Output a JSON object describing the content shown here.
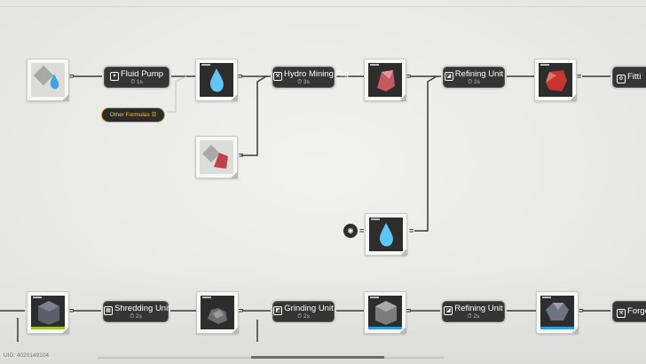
{
  "machines": {
    "fluid_pump": {
      "name": "Fluid Pump",
      "time": "⏱ 1s"
    },
    "hydro_mining_rig": {
      "name": "Hydro Mining Rig",
      "time": "⏱ 3s"
    },
    "refining_unit_top": {
      "name": "Refining Unit",
      "time": "⏱ 2s"
    },
    "fitting_unit": {
      "name": "Fitti"
    },
    "shredding_unit": {
      "name": "Shredding Unit",
      "time": "⏱ 2s"
    },
    "grinding_unit": {
      "name": "Grinding Unit",
      "time": "⏱ 2s"
    },
    "refining_unit_bottom": {
      "name": "Refining Unit",
      "time": "⏱ 2s"
    },
    "forge_unit": {
      "name": "Forge"
    }
  },
  "other_formulas": {
    "label": "Other Formulas"
  },
  "footer": {
    "uid": "UID: 4020149104"
  },
  "colors": {
    "accent_gold": "#d9a621",
    "card_dark": "#2d2d2d",
    "green_bar": "#a3c630",
    "blue_bar": "#2f9fe0"
  },
  "icons": [
    "fluid-icon",
    "water-drop-icon",
    "ore-icon",
    "refined-ore-icon",
    "eye-icon",
    "formula-list-icon",
    "machine-icon",
    "clock-icon"
  ]
}
